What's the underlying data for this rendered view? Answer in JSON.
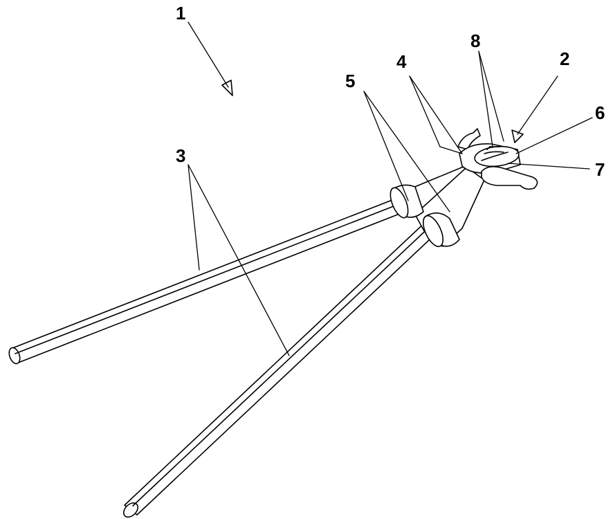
{
  "callouts": {
    "ref_1": "1",
    "ref_2": "2",
    "ref_3": "3",
    "ref_4": "4",
    "ref_5": "5",
    "ref_6": "6",
    "ref_7": "7",
    "ref_8": "8"
  }
}
